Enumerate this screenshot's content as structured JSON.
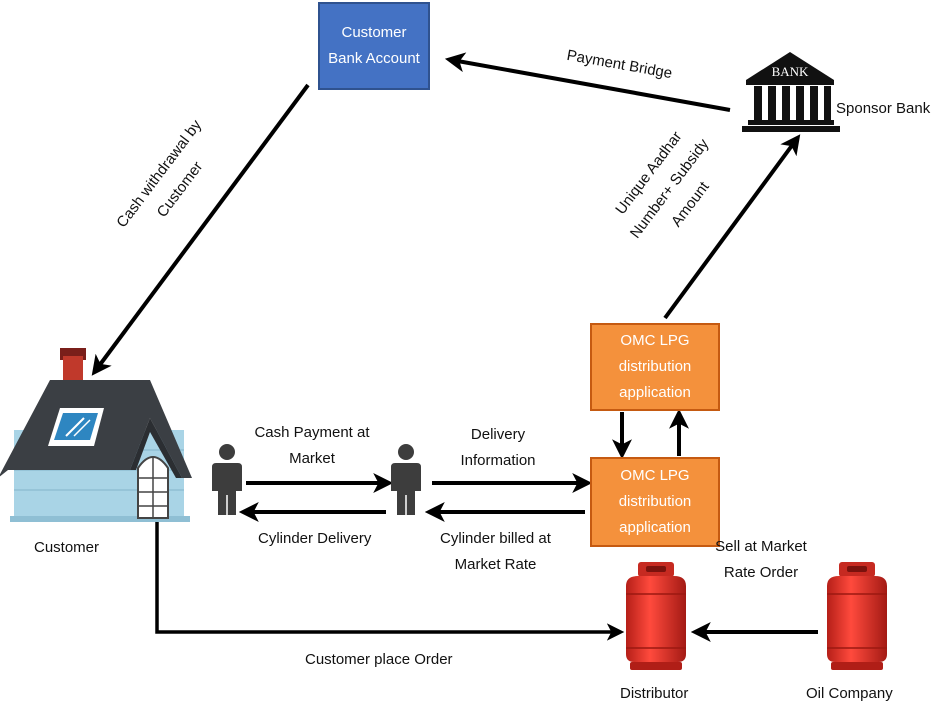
{
  "nodes": {
    "customer_bank_account": "Customer Bank Account",
    "sponsor_bank": "Sponsor Bank",
    "bank_sign": "BANK",
    "omc_app_top": "OMC LPG distribution application",
    "omc_app_bottom": "OMC LPG distribution application",
    "customer": "Customer",
    "distributor": "Distributor",
    "oil_company": "Oil Company"
  },
  "edges": {
    "payment_bridge": "Payment Bridge",
    "cash_withdrawal": "Cash withdrawal by Customer",
    "aadhar_subsidy": "Unique Aadhar Number+ Subsidy Amount",
    "cash_payment": "Cash Payment at Market",
    "delivery_information": "Delivery Information",
    "cylinder_delivery": "Cylinder Delivery",
    "cylinder_billed": "Cylinder billed at Market Rate",
    "sell_at_market": "Sell at Market Rate Order",
    "customer_place_order": "Customer place Order"
  },
  "colors": {
    "bank_box": "#4472c4",
    "omc_box": "#f4913c",
    "cylinder": "#e8322a",
    "house_roof": "#3b3f44",
    "house_wall": "#a9d4e6",
    "chimney": "#c0392b",
    "person": "#3d3d3d"
  }
}
